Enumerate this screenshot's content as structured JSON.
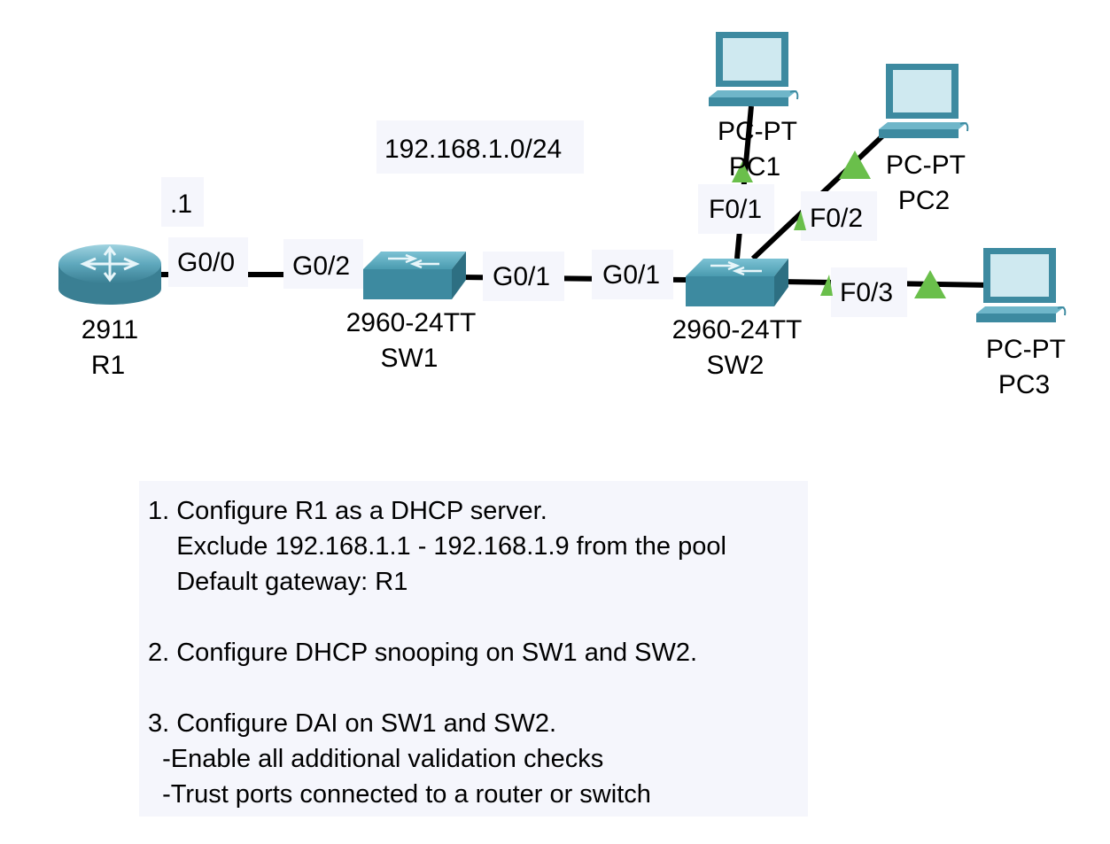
{
  "network_label": "192.168.1.0/24",
  "r1_ip_suffix": ".1",
  "devices": {
    "r1": {
      "model": "2911",
      "name": "R1"
    },
    "sw1": {
      "model": "2960-24TT",
      "name": "SW1"
    },
    "sw2": {
      "model": "2960-24TT",
      "name": "SW2"
    },
    "pc1": {
      "model": "PC-PT",
      "name": "PC1"
    },
    "pc2": {
      "model": "PC-PT",
      "name": "PC2"
    },
    "pc3": {
      "model": "PC-PT",
      "name": "PC3"
    }
  },
  "ports": {
    "r1_g00": "G0/0",
    "sw1_g02": "G0/2",
    "sw1_g01": "G0/1",
    "sw2_g01": "G0/1",
    "sw2_f01": "F0/1",
    "sw2_f02": "F0/2",
    "sw2_f03": "F0/3"
  },
  "instructions": [
    "1. Configure R1 as a DHCP server.",
    "    Exclude 192.168.1.1 - 192.168.1.9 from the pool",
    "    Default gateway: R1",
    "",
    "2. Configure DHCP snooping on SW1 and SW2.",
    "",
    "3. Configure DAI on SW1 and SW2.",
    "  -Enable all additional validation checks",
    "  -Trust ports connected to a router or switch"
  ],
  "colors": {
    "link": "#000000",
    "link_up_indicator": "#6abf4b",
    "device_body": "#4a9bb0",
    "label_background": "#f5f6fc"
  }
}
